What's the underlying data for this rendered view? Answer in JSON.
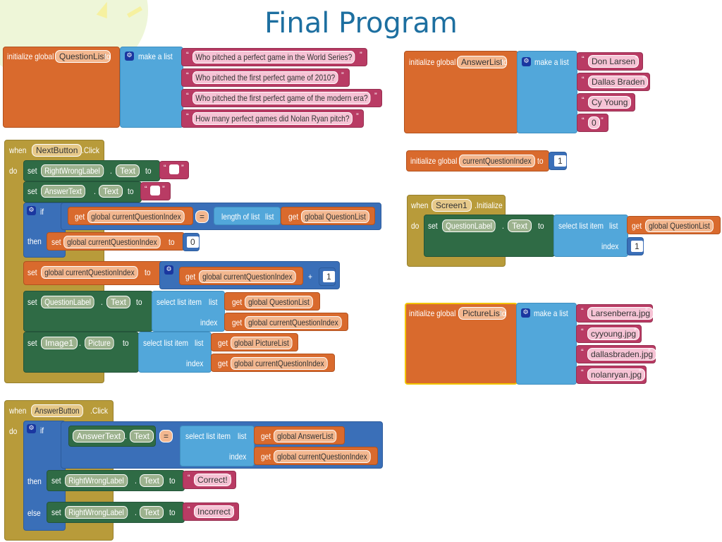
{
  "slide": {
    "title": "Final Program"
  },
  "kw": {
    "initialize_global": "initialize global",
    "to": "to",
    "make_a_list": "make a list",
    "when": "when",
    "do": "do",
    "set": "set",
    "if": "if",
    "then": "then",
    "else": "else",
    "get": "get",
    "click": ".Click",
    "initialize": ".Initialize",
    "length_of_list": "length of list",
    "list": "list",
    "select_list_item": "select list item",
    "index": "index",
    "equals": "=",
    "plus": "+",
    "dot": ".",
    "dropdown": "▾",
    "gear": "⚙",
    "quote_open": "“",
    "quote_close": "”"
  },
  "blocks": {
    "question_list": {
      "name": "QuestionList",
      "items": [
        "Who pitched a perfect game in the World Series?",
        "Who pitched the first perfect game of 2010?",
        "Who pitched the first perfect game of the modern era?",
        "How many perfect games did Nolan Ryan pitch?"
      ]
    },
    "answer_list": {
      "name": "AnswerList",
      "items": [
        "Don Larsen",
        "Dallas Braden",
        "Cy Young",
        "0"
      ]
    },
    "current_index": {
      "name": "currentQuestionIndex",
      "value": "1"
    },
    "picture_list": {
      "name": "PictureList",
      "items": [
        "Larsenberra.jpg",
        "cyyoung.jpg",
        "dallasbraden.jpg",
        "nolanryan.jpg"
      ]
    },
    "next_button": {
      "component": "NextButton",
      "right_wrong_label": "RightWrongLabel",
      "answer_text": "AnswerText",
      "text_prop": "Text",
      "global_current_index": "global currentQuestionIndex",
      "global_question_list": "global QuestionList",
      "global_picture_list": "global PictureList",
      "zero": "0",
      "one": "1",
      "question_label": "QuestionLabel",
      "image1": "Image1",
      "picture_prop": "Picture"
    },
    "screen1": {
      "component": "Screen1",
      "question_label": "QuestionLabel",
      "text_prop": "Text",
      "global_question_list": "global QuestionList",
      "one": "1"
    },
    "answer_button": {
      "component": "AnswerButton",
      "answer_text": "AnswerText",
      "text_prop": "Text",
      "global_answer_list": "global AnswerList",
      "global_current_index": "global currentQuestionIndex",
      "right_wrong_label": "RightWrongLabel",
      "correct": "Correct!",
      "incorrect": "Incorrect"
    }
  }
}
